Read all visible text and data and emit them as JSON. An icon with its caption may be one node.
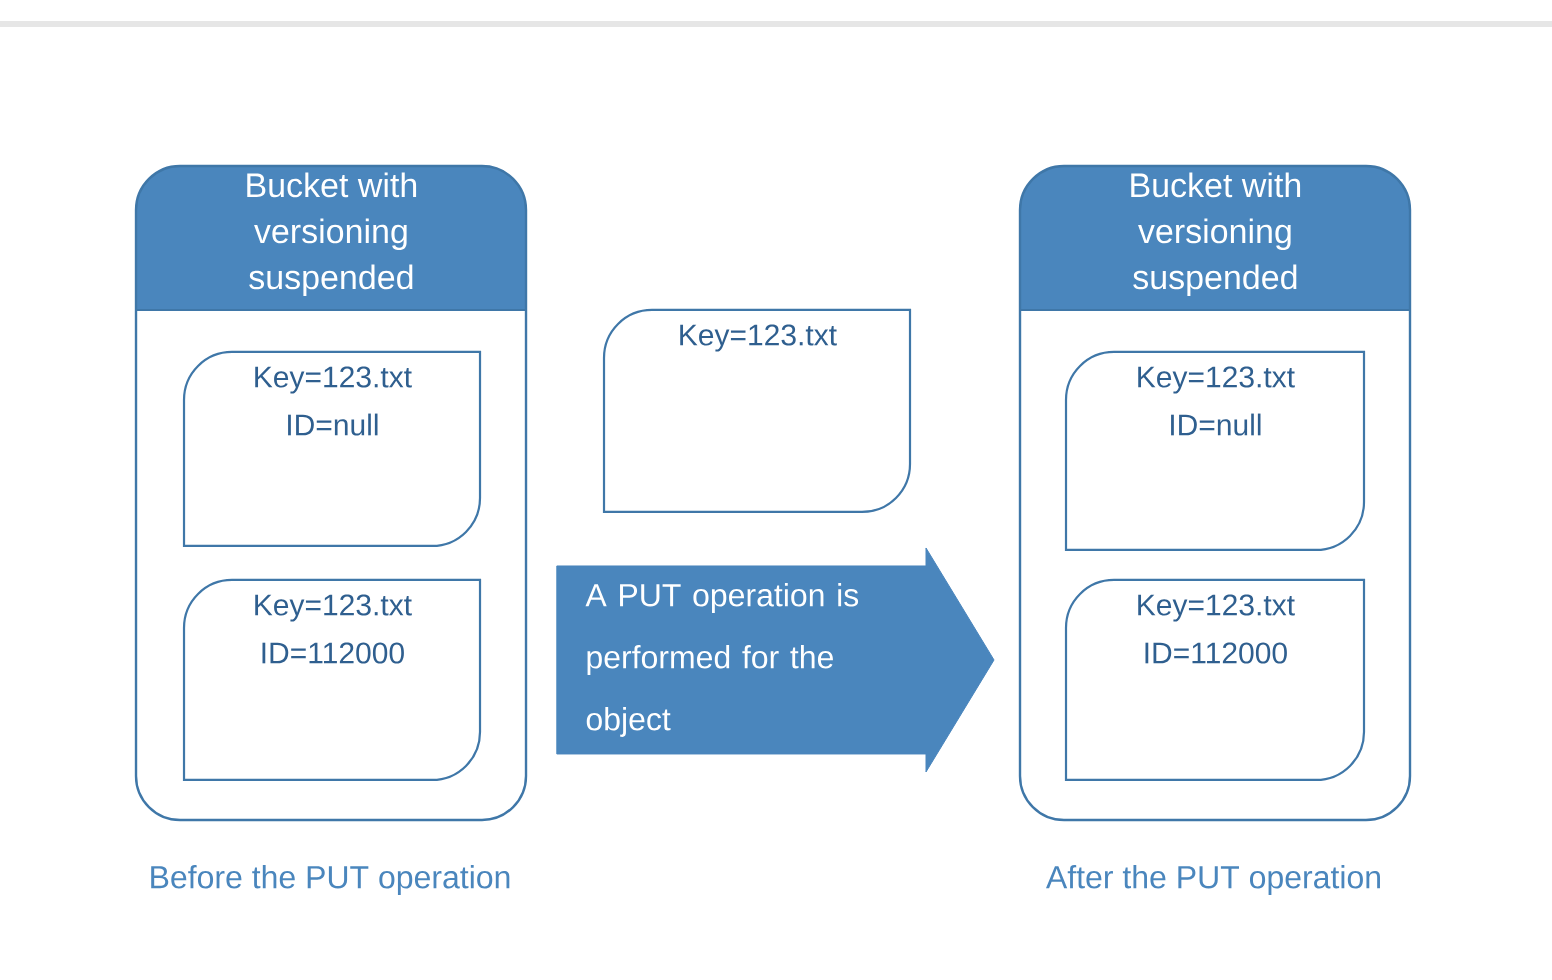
{
  "diagram": {
    "nodes": [
      {
        "text": [
          "Bucket with versioning suspended"
        ],
        "beside": [
          "Before the PUT operation"
        ]
      },
      {
        "text": [
          "Key=123.txt ID=null"
        ],
        "in": 0
      },
      {
        "text": [
          "Key=123.txt ID=112000"
        ],
        "in": 0
      },
      {
        "text": [
          "Key=123.txt"
        ]
      },
      {
        "text": [
          "Bucket with versioning suspended"
        ],
        "beside": [
          "After the PUT operation"
        ]
      },
      {
        "text": [
          "Key=123.txt ID=null"
        ],
        "in": 4
      },
      {
        "text": [
          "Key=123.txt ID=112000"
        ],
        "in": 4
      }
    ],
    "edges": [
      {
        "from": 0,
        "to": 4,
        "arrow": "to",
        "label": "A PUT operation is performed for the object"
      }
    ]
  }
}
